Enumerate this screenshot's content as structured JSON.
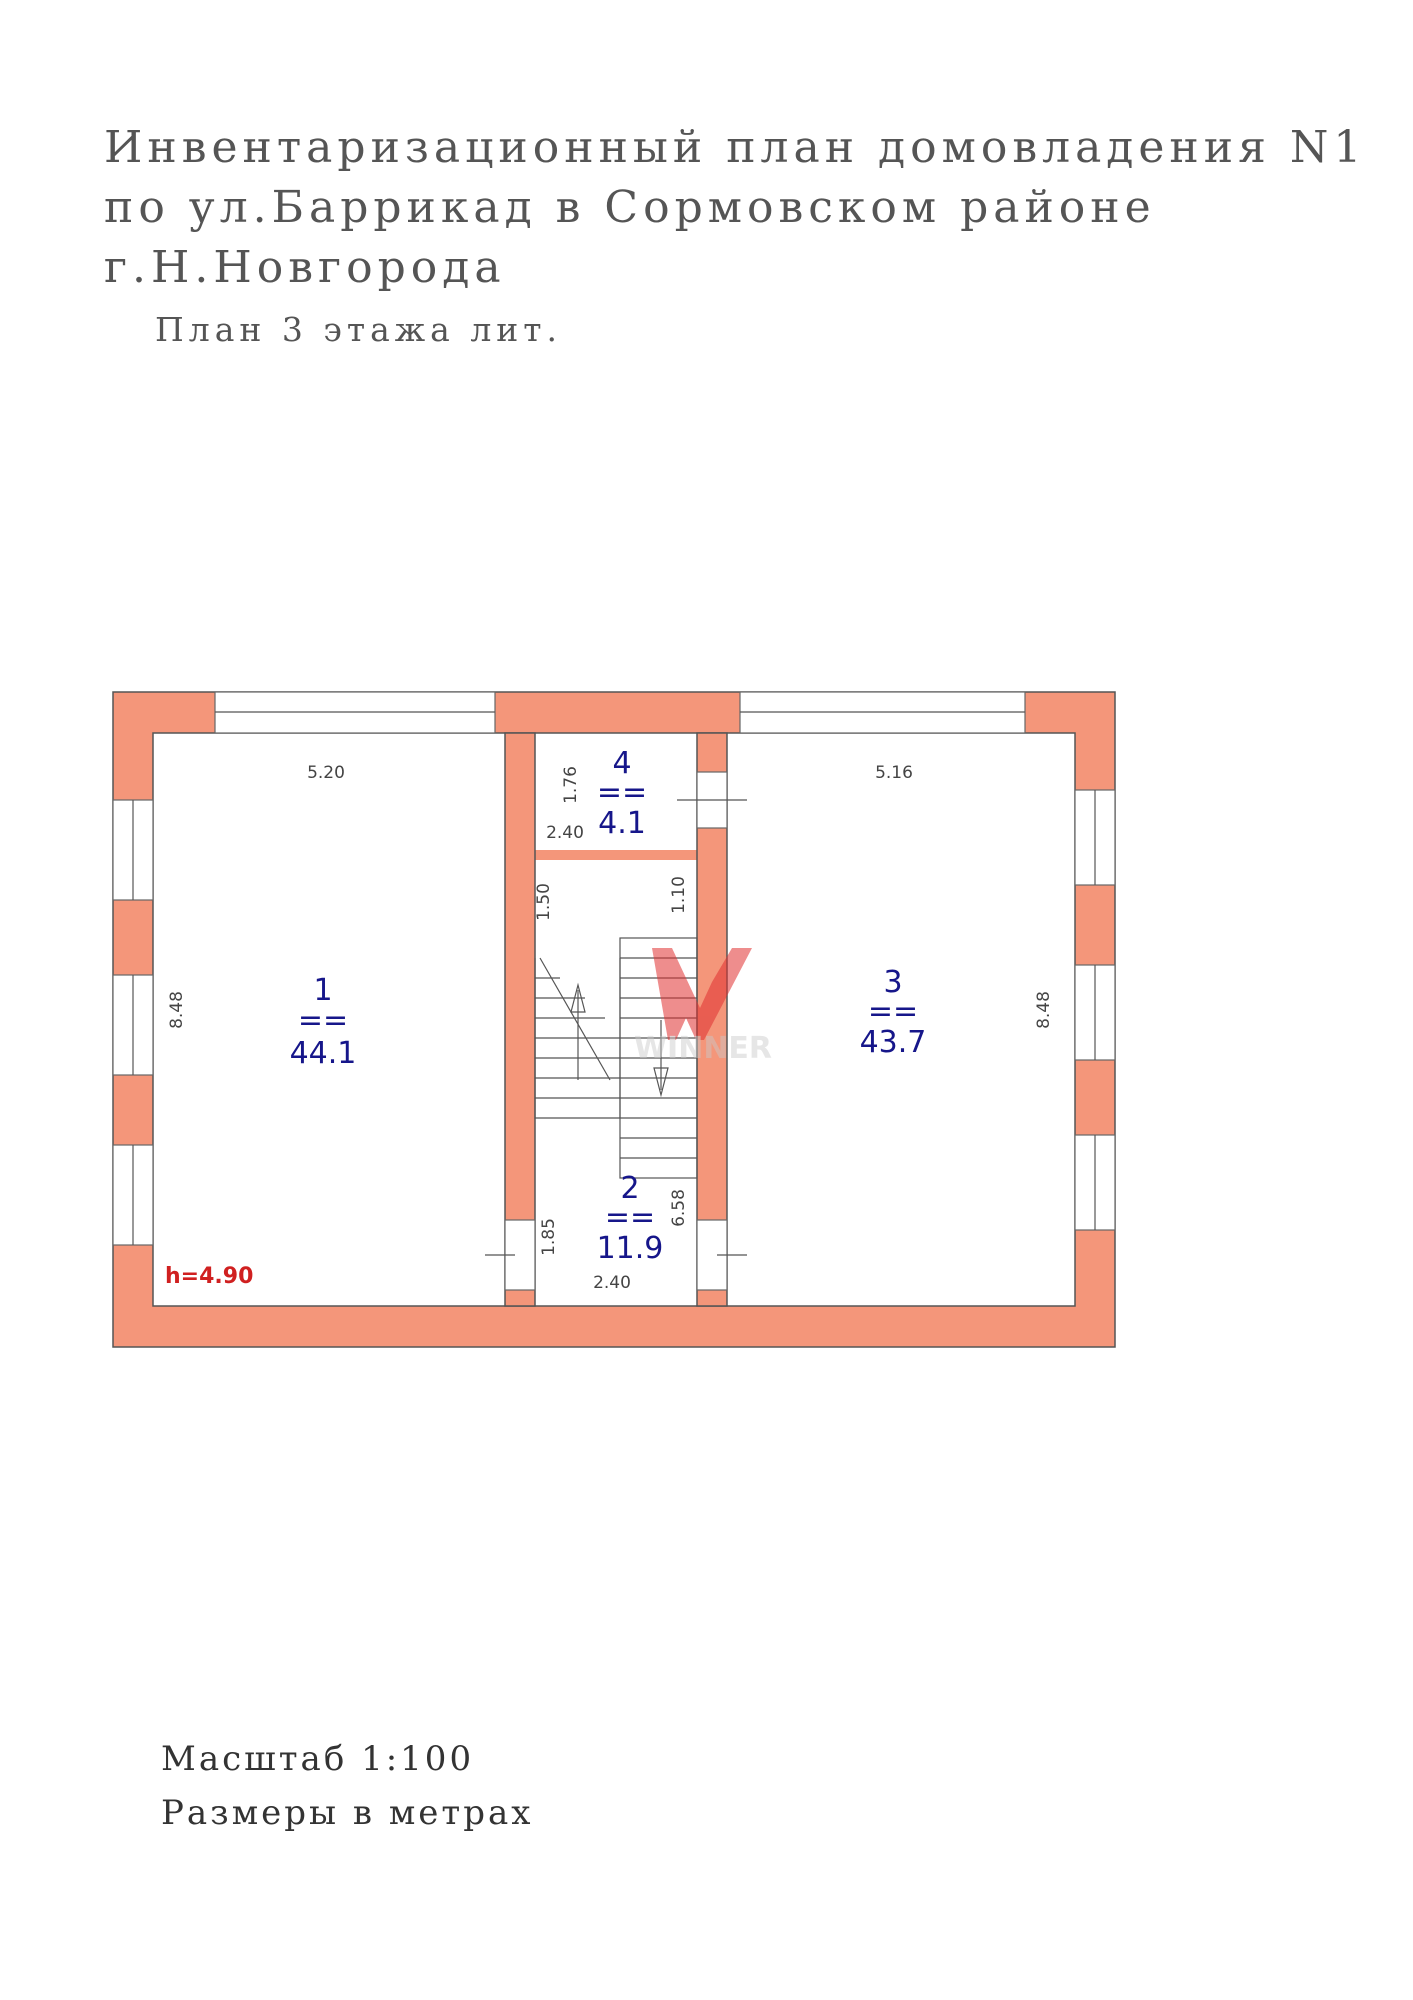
{
  "title": {
    "line1": "Инвентаризационный план домовладения N1",
    "line2": "по ул.Баррикад в Сормовском районе",
    "line3": "г.Н.Новгорода"
  },
  "subtitle": "План 3 этажа лит.",
  "footer": {
    "scale": "Масштаб 1:100",
    "units": "Размеры в метрах"
  },
  "plan": {
    "height_label": "h=4.90",
    "rooms": [
      {
        "id": "room-1",
        "number": "1",
        "separator": "==",
        "area": "44.1"
      },
      {
        "id": "room-2",
        "number": "2",
        "separator": "==",
        "area": "11.9"
      },
      {
        "id": "room-3",
        "number": "3",
        "separator": "==",
        "area": "43.7"
      },
      {
        "id": "room-4",
        "number": "4",
        "separator": "==",
        "area": "4.1"
      }
    ],
    "dimensions": {
      "room1_width": "5.20",
      "room1_length": "8.48",
      "room3_width": "5.16",
      "room3_length": "8.48",
      "room4_length": "1.76",
      "room4_width": "2.40",
      "stair_upper_left": "1.50",
      "stair_upper_right": "1.10",
      "stair_length": "6.58",
      "stair_lower_left": "1.85",
      "stair_width": "2.40"
    }
  },
  "watermark": {
    "text": "WINNER",
    "color": "#E03030"
  }
}
